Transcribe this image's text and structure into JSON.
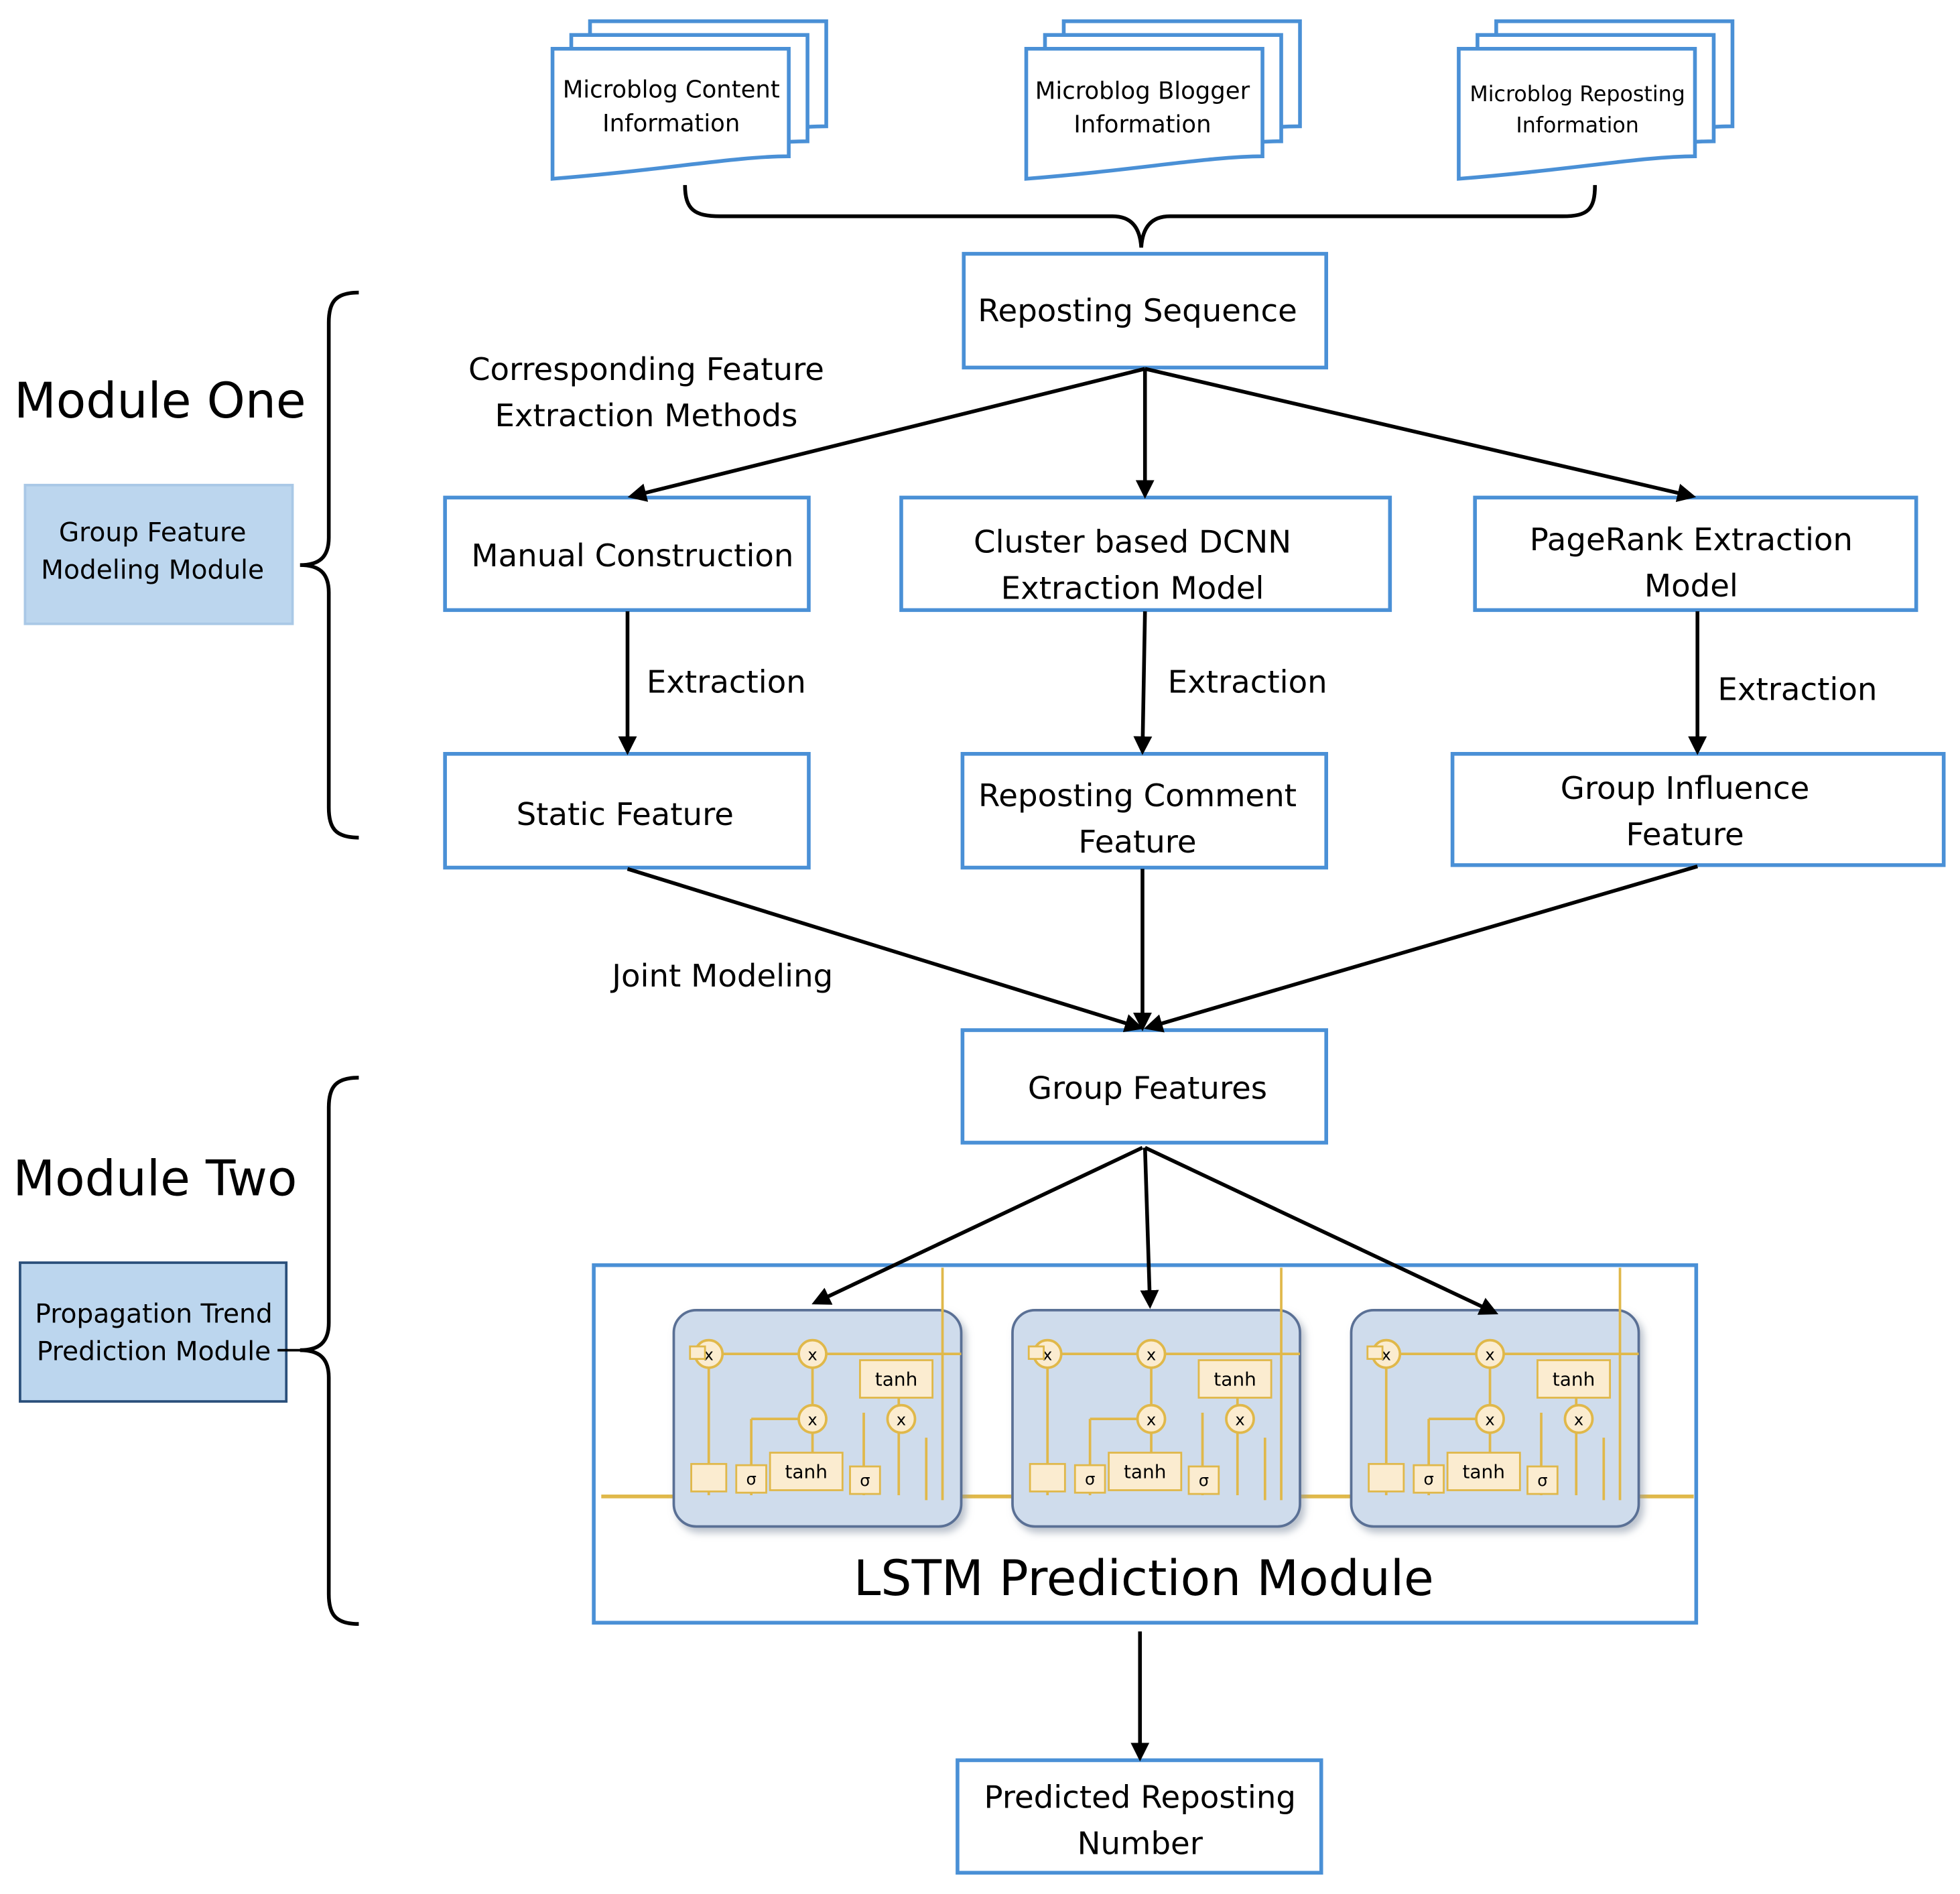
{
  "sources": [
    {
      "line1": "Microblog Content",
      "line2": "Information"
    },
    {
      "line1": "Microblog Blogger",
      "line2": "Information"
    },
    {
      "line1": "Microblog Reposting",
      "line2": "Information"
    }
  ],
  "modules": {
    "one": {
      "title": "Module One",
      "side_line1": "Group Feature",
      "side_line2": "Modeling Module"
    },
    "two": {
      "title": "Module Two",
      "side_line1": "Propagation Trend",
      "side_line2": "Prediction Module"
    }
  },
  "nodes": {
    "reposting_sequence": "Reposting Sequence",
    "manual_construction": "Manual Construction",
    "dcnn_line1": "Cluster based DCNN",
    "dcnn_line2": "Extraction Model",
    "pagerank_line1": "PageRank Extraction",
    "pagerank_line2": "Model",
    "static_feature": "Static Feature",
    "comment_line1": "Reposting Comment",
    "comment_line2": "Feature",
    "influence_line1": "Group Influence",
    "influence_line2": "Feature",
    "group_features": "Group Features",
    "lstm_module": "LSTM Prediction Module",
    "predicted_line1": "Predicted Reposting",
    "predicted_line2": "Number"
  },
  "labels": {
    "methods_line1": "Corresponding Feature",
    "methods_line2": "Extraction Methods",
    "extraction": "Extraction",
    "joint_modeling": "Joint Modeling"
  },
  "lstm_cell": {
    "mult": "x",
    "tanh": "tanh",
    "sigma": "σ"
  },
  "colors": {
    "box_border": "#4a90d6",
    "side_box_fill": "#bcd6ee",
    "lstm_cell_fill": "#cfdcec",
    "lstm_cell_border": "#5a6f95",
    "lstm_line": "#e0b84a",
    "lstm_gate_fill": "#fbecd0",
    "arrow": "#000000"
  }
}
